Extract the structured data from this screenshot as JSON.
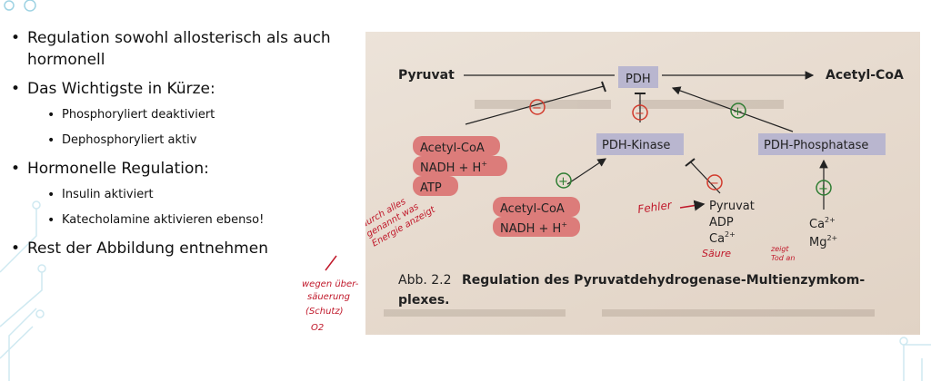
{
  "slide": {
    "bullets": [
      {
        "text": "Regulation sowohl allosterisch als auch hormonell"
      },
      {
        "text": "Das Wichtigste in Kürze:",
        "sub": [
          "Phosphoryliert deaktiviert",
          "Dephosphoryliert aktiv"
        ]
      },
      {
        "text": "Hormonelle Regulation:",
        "sub": [
          "Insulin aktiviert",
          "Katecholamine aktivieren ebenso!"
        ]
      },
      {
        "text": "Rest der Abbildung entnehmen"
      }
    ]
  },
  "figure": {
    "pyruvat": "Pyruvat",
    "acetylcoa": "Acetyl-CoA",
    "pdh": "PDH",
    "pdh_kinase": "PDH-Kinase",
    "pdh_phosphatase": "PDH-Phosphatase",
    "inhib_list": [
      "Acetyl-CoA",
      "NADH + H",
      "ATP"
    ],
    "act_list": [
      "Acetyl-CoA",
      "NADH + H"
    ],
    "kinase_inhib": [
      "Pyruvat",
      "ADP",
      "Ca"
    ],
    "phosphatase_act": [
      "Ca",
      "Mg"
    ],
    "caption_num": "Abb. 2.2",
    "caption_text": "Regulation des Pyruvatdehydrogenase-Multienzymkom-",
    "caption_text2": "plexes.",
    "minus": "−",
    "plus": "+",
    "sup_plus": "+",
    "sup_2plus": "2+"
  },
  "handwriting": {
    "fehler": "Fehler",
    "note1": [
      "durch alles",
      "genannt was",
      "Energie anzeigt"
    ],
    "note2": [
      "wegen über-",
      "säuerung",
      "(Schutz)",
      "O2"
    ],
    "note3": "Säure",
    "note4": [
      "zeigt",
      "Tod an"
    ]
  },
  "colors": {
    "box": "#b9b6cf",
    "highlight": "#d96b6b",
    "minus": "#d23a2c",
    "plus": "#2e7d32",
    "ink": "#c0182a",
    "deco": "#bfe3ee"
  }
}
